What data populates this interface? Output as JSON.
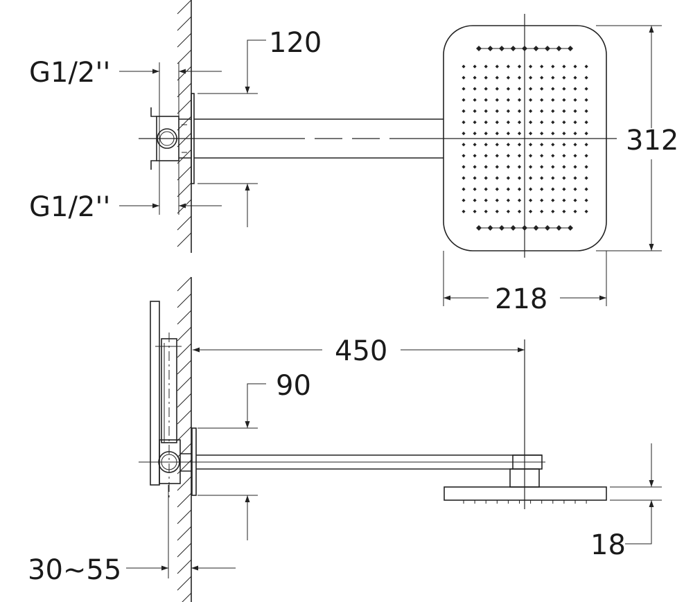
{
  "drawing": {
    "top_view": {
      "inlet_top_label": "G1/2''",
      "inlet_bottom_label": "G1/2''",
      "flange_height": "120",
      "head_length": "312",
      "head_width": "218"
    },
    "side_view": {
      "arm_projection": "450",
      "flange_height": "90",
      "head_thickness": "18",
      "valve_depth": "30~55"
    },
    "colors": {
      "ink": "#222222",
      "background": "#ffffff"
    }
  }
}
